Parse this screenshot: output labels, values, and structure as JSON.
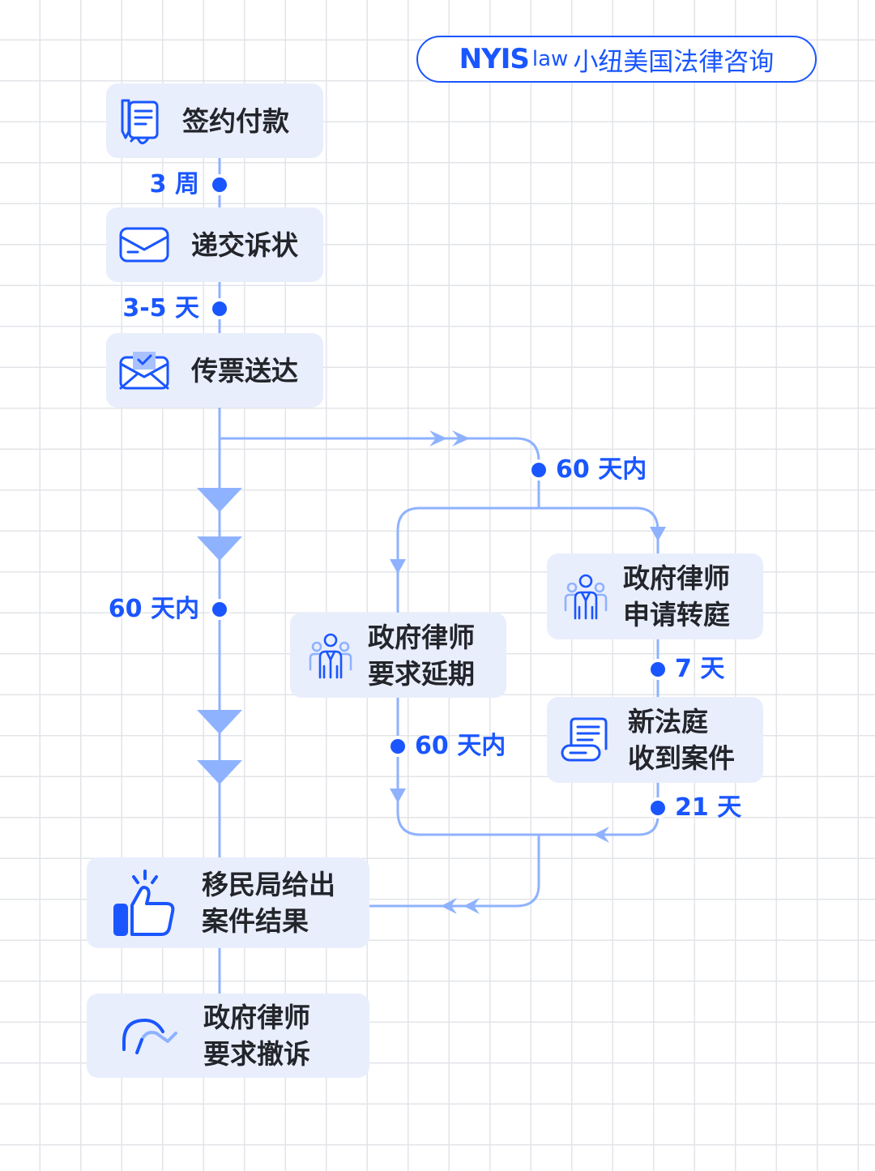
{
  "brand": {
    "mark": "NYIS",
    "law": "law",
    "name_cn": "小纽美国法律咨询"
  },
  "colors": {
    "accent": "#1a56ff",
    "line": "#8fb2ff",
    "node_bg": "#e9eefd",
    "text": "#23252b",
    "grid": "#e2e4e8"
  },
  "nodes": {
    "sign_pay": {
      "label": "签约付款",
      "icon": "contract-icon"
    },
    "file_petition": {
      "label": "递交诉状",
      "icon": "envelope-icon"
    },
    "serve_summons": {
      "label": "传票送达",
      "icon": "summons-mail-icon"
    },
    "gov_extension": {
      "label": "政府律师\n要求延期",
      "icon": "government-attorney-icon"
    },
    "gov_transfer": {
      "label": "政府律师\n申请转庭",
      "icon": "government-attorney-icon"
    },
    "new_court": {
      "label": "新法庭\n收到案件",
      "icon": "documents-icon"
    },
    "uscis_result": {
      "label": "移民局给出\n案件结果",
      "icon": "thumbs-up-icon"
    },
    "gov_dismiss": {
      "label": "政府律师\n要求撤诉",
      "icon": "return-arrow-icon"
    }
  },
  "durations": {
    "sign_to_file": "3 周",
    "file_to_serve": "3-5 天",
    "serve_to_result": "60 天内",
    "serve_to_gov": "60 天内",
    "extension_to_result": "60 天内",
    "transfer_to_court": "7 天",
    "court_to_result": "21 天"
  }
}
